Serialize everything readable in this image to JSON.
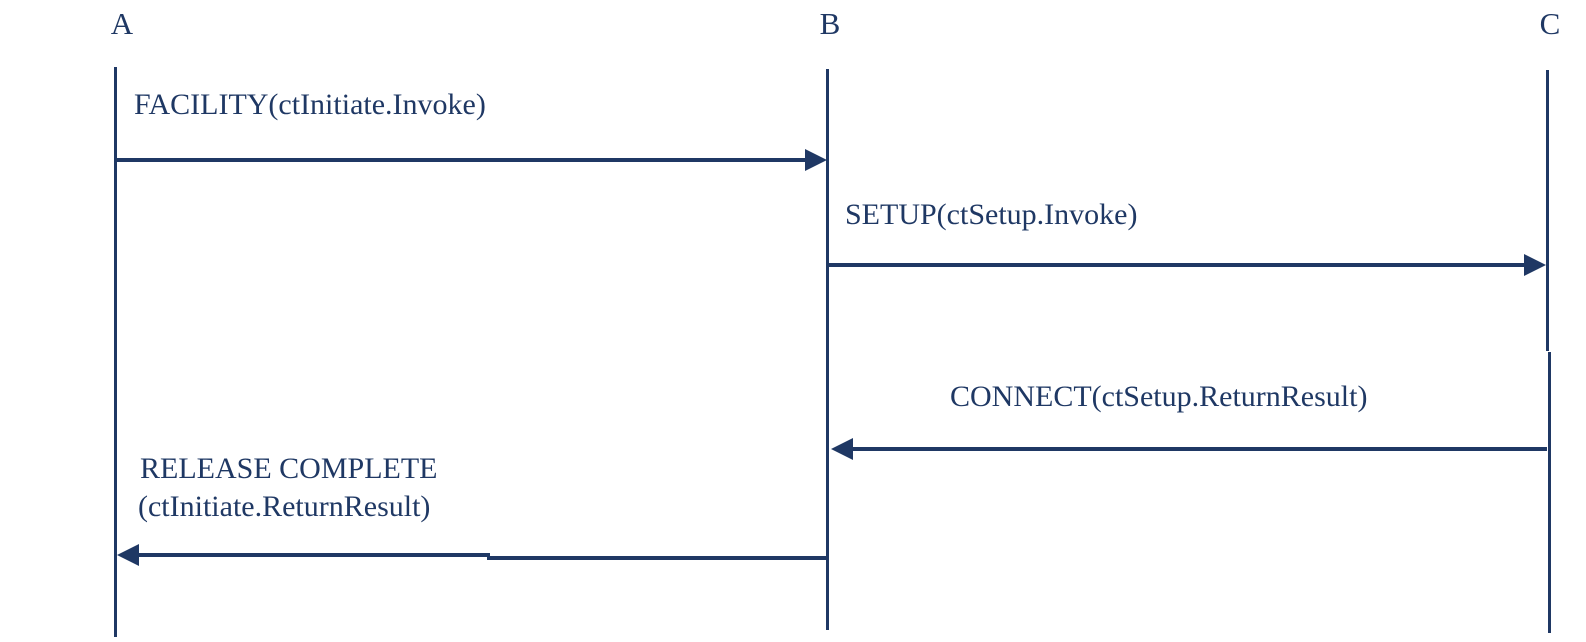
{
  "diagram": {
    "type": "sequence",
    "ink_color": "#1f3864",
    "background_color": "#ffffff",
    "lifelines": [
      {
        "label": "A"
      },
      {
        "label": "B"
      },
      {
        "label": "C"
      }
    ],
    "messages": [
      {
        "from": "A",
        "to": "B",
        "label": "FACILITY(ctInitiate.Invoke)"
      },
      {
        "from": "B",
        "to": "C",
        "label": "SETUP(ctSetup.Invoke)"
      },
      {
        "from": "C",
        "to": "B",
        "label": "CONNECT(ctSetup.ReturnResult)"
      },
      {
        "from": "B",
        "to": "A",
        "label": "RELEASE COMPLETE",
        "label_line2": "(ctInitiate.ReturnResult)"
      }
    ]
  }
}
